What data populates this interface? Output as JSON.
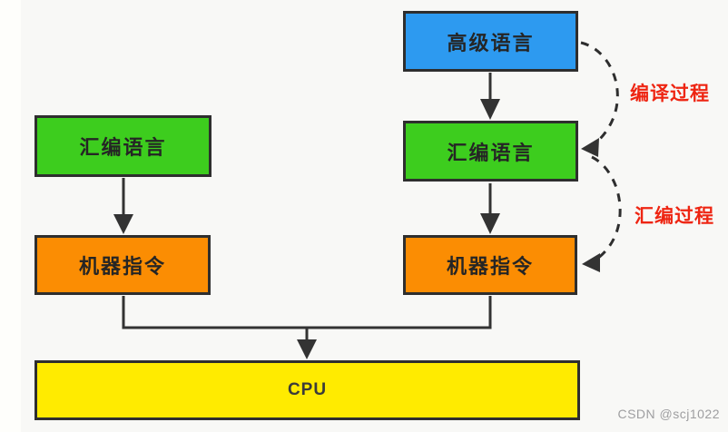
{
  "diagram": {
    "right_flow": {
      "high_level": "高级语言",
      "assembly": "汇编语言",
      "machine": "机器指令"
    },
    "left_flow": {
      "assembly": "汇编语言",
      "machine": "机器指令"
    },
    "cpu": "CPU",
    "labels": {
      "compile_process": "编译过程",
      "assembly_process": "汇编过程"
    },
    "colors": {
      "high_level_blue": "#2D9AF0",
      "assembly_green": "#3DCD1E",
      "machine_orange": "#FB8D03",
      "cpu_yellow": "#FFEB00",
      "process_label_red": "#EE2512",
      "box_border": "#2E2E2E",
      "arrow": "#333333",
      "background": "#F8F8F6",
      "watermark_gray": "#9E9EA0"
    }
  },
  "watermark": {
    "text": "CSDN @scj1022"
  }
}
